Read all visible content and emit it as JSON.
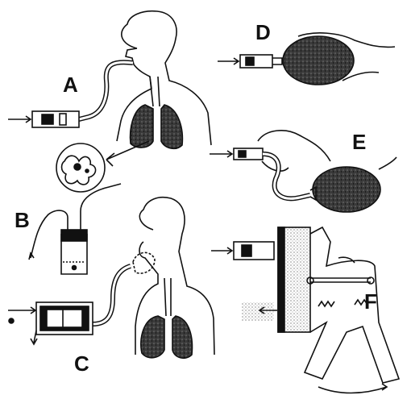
{
  "panels": [
    {
      "id": "A",
      "label": "A"
    },
    {
      "id": "B",
      "label": "B"
    },
    {
      "id": "C",
      "label": "C"
    },
    {
      "id": "D",
      "label": "D"
    },
    {
      "id": "E",
      "label": "E"
    },
    {
      "id": "F",
      "label": "F"
    }
  ],
  "colors": {
    "ink": "#111111",
    "tissue": "#2a2a2a",
    "bulb": "#1c1c1c",
    "background": "#ffffff"
  }
}
